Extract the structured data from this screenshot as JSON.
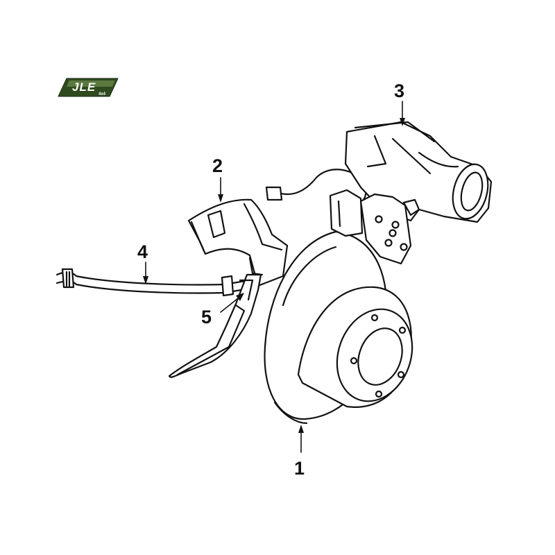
{
  "logo": {
    "text": "JLE",
    "subtext": "4x4",
    "color_dark": "#2f4a1f",
    "color_light": "#7da05a"
  },
  "callouts": [
    {
      "id": "1",
      "label": "1",
      "part": "brake disc"
    },
    {
      "id": "2",
      "label": "2",
      "part": "mudshield upper"
    },
    {
      "id": "3",
      "label": "3",
      "part": "caliper"
    },
    {
      "id": "4",
      "label": "4",
      "part": "brake hose"
    },
    {
      "id": "5",
      "label": "5",
      "part": "mudshield lower"
    }
  ]
}
